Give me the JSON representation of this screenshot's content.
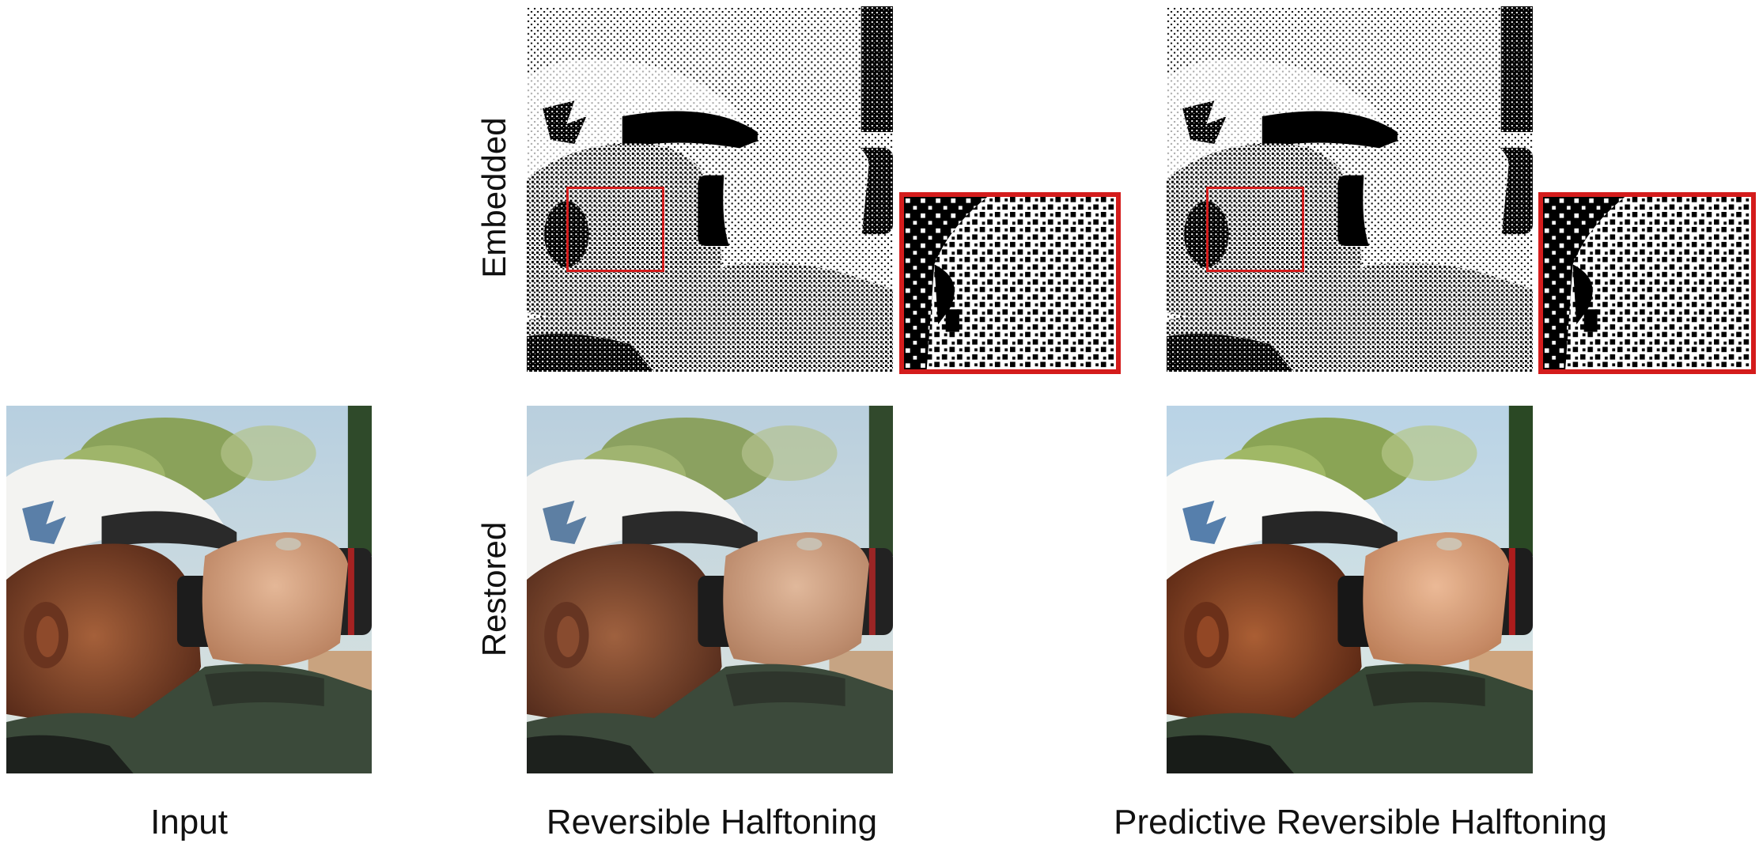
{
  "row_labels": {
    "embedded": "Embedded",
    "restored": "Restored"
  },
  "column_labels": {
    "input": "Input",
    "reversible": "Reversible Halftoning",
    "predictive": "Predictive Reversible Halftoning"
  },
  "colors": {
    "highlight_box": "#d41c1c",
    "sky": "#9fc0d8",
    "skin": "#8a4a2e",
    "cap": "#f2f2f0",
    "jacket": "#3b4a3a"
  }
}
